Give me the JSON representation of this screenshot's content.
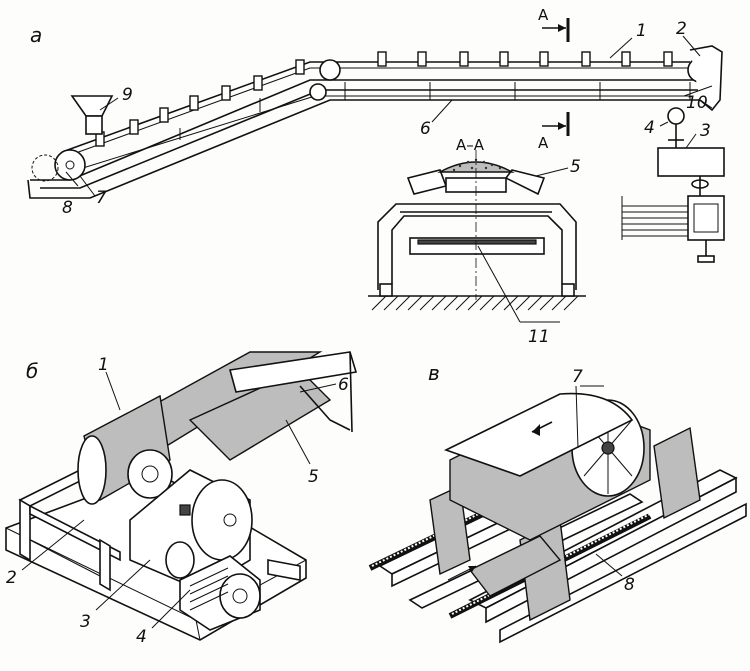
{
  "sections": {
    "a": "а",
    "b": "б",
    "v": "в"
  },
  "section_cut": {
    "title": "А–А",
    "marker_top": "А",
    "marker_bottom": "А"
  },
  "callouts_a": {
    "n1": "1",
    "n2": "2",
    "n3": "3",
    "n4": "4",
    "n5": "5",
    "n6": "6",
    "n7": "7",
    "n8": "8",
    "n9": "9",
    "n10": "10",
    "n11": "11"
  },
  "callouts_b": {
    "n1": "1",
    "n2": "2",
    "n3": "3",
    "n4": "4",
    "n5": "5",
    "n6": "6"
  },
  "callouts_v": {
    "n7": "7",
    "n8": "8"
  }
}
